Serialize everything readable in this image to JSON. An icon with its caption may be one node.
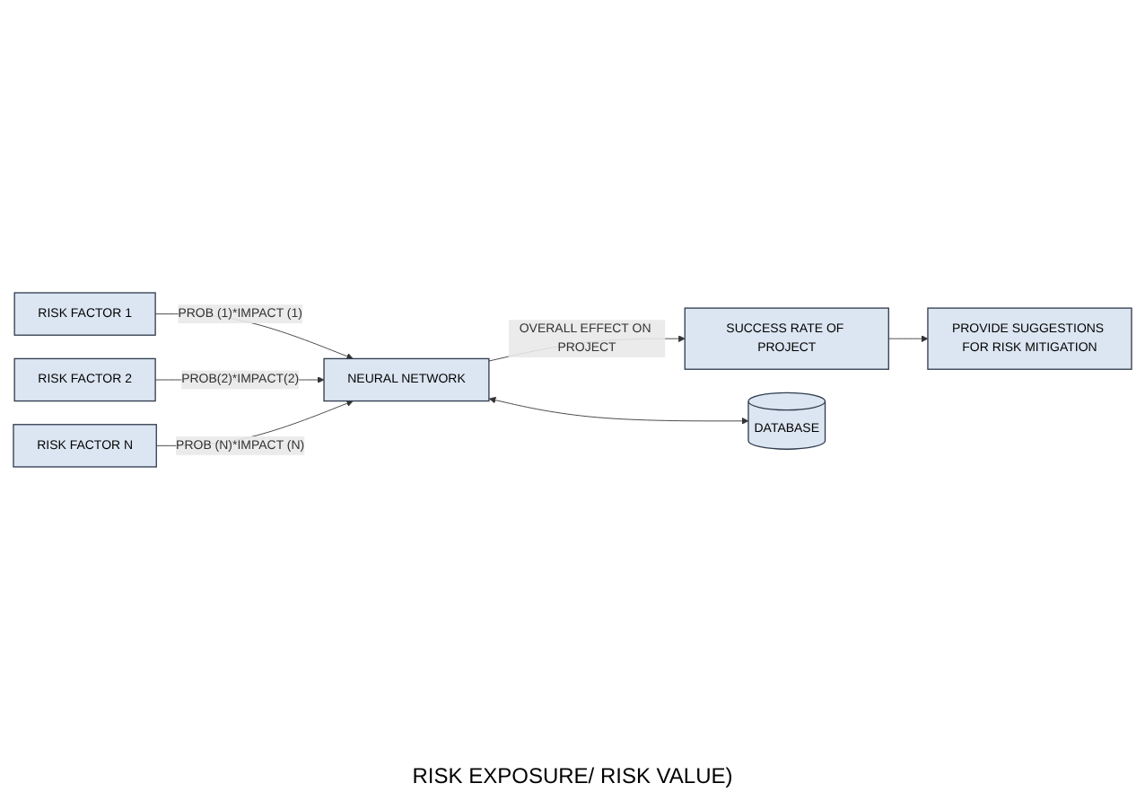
{
  "diagram": {
    "nodes": [
      {
        "text": [
          "RISK FACTOR 1"
        ]
      },
      {
        "text": [
          "RISK FACTOR 2"
        ]
      },
      {
        "text": [
          "RISK FACTOR N"
        ]
      },
      {
        "text": [
          "NEURAL NETWORK"
        ]
      },
      {
        "text": [
          "SUCCESS RATE OF PROJECT"
        ]
      },
      {
        "text": [
          "PROVIDE SUGGESTIONS FOR RISK MITIGATION"
        ]
      },
      {
        "text": [
          "DATABASE"
        ]
      }
    ],
    "edges": [
      {
        "from": 0,
        "to": 3,
        "arrow": "to",
        "label": "PROB (1)*IMPACT (1)"
      },
      {
        "from": 1,
        "to": 3,
        "arrow": "to",
        "label": "PROB(2)*IMPACT(2)"
      },
      {
        "from": 2,
        "to": 3,
        "arrow": "to",
        "label": "PROB (N)*IMPACT (N)"
      },
      {
        "from": 3,
        "to": 4,
        "arrow": "to",
        "label": "OVERALL EFFECT ON PROJECT"
      },
      {
        "from": 4,
        "to": 5,
        "arrow": "to"
      },
      {
        "from": 3,
        "to": 6,
        "arrow": "both"
      }
    ],
    "labels": [
      "RISK EXPOSURE/ RISK VALUE)"
    ]
  }
}
